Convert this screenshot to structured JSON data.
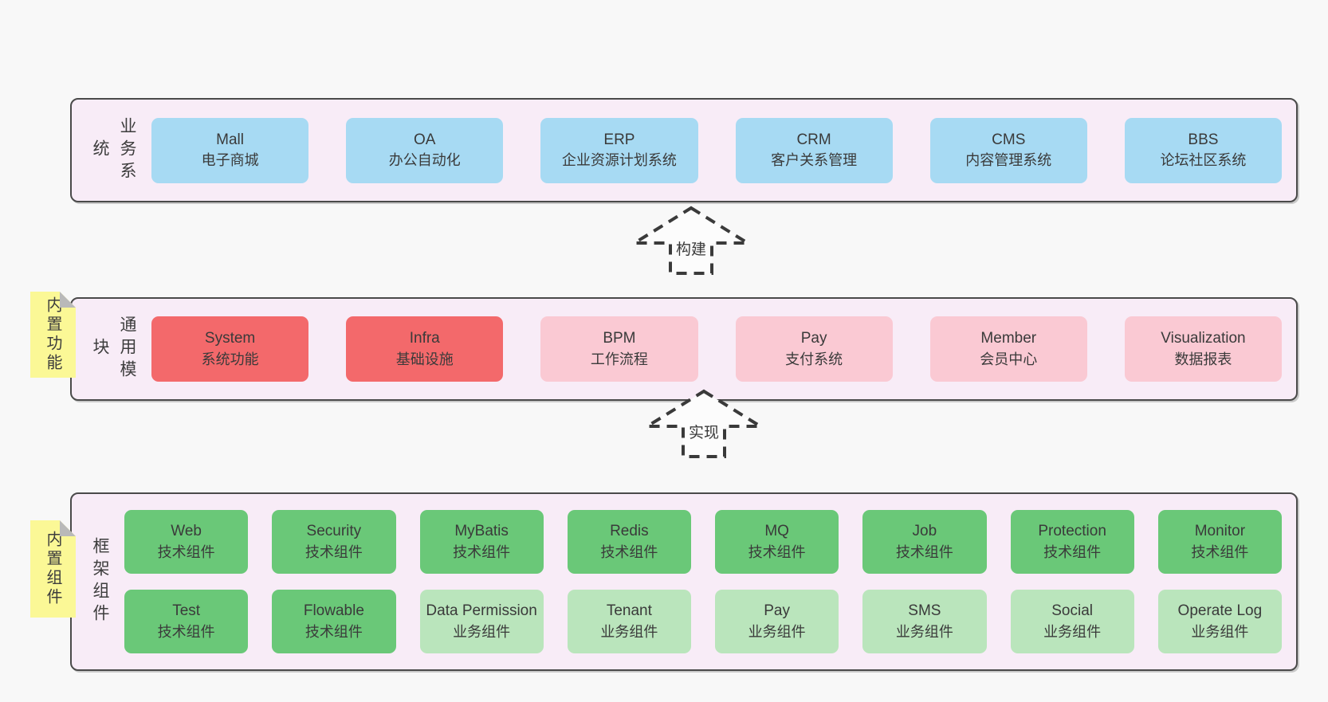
{
  "colors": {
    "page_background": "#f8f8f8",
    "section_background": "#f8ecf7",
    "section_border": "#4a4a4a",
    "box_blue": "#a7daf3",
    "box_red": "#f3696b",
    "box_pink": "#fac9d3",
    "box_green": "#6ac878",
    "box_lightgreen": "#bae5bc",
    "sticky_yellow": "#fbf896",
    "sticky_fold_gray": "#b9b9b9",
    "text": "#3a3a3a"
  },
  "arrows": [
    {
      "label": "构建"
    },
    {
      "label": "实现"
    }
  ],
  "sections": [
    {
      "label": "业务系统",
      "boxes": [
        {
          "en": "Mall",
          "zh": "电子商城",
          "variant": "blue"
        },
        {
          "en": "OA",
          "zh": "办公自动化",
          "variant": "blue"
        },
        {
          "en": "ERP",
          "zh": "企业资源计划系统",
          "variant": "blue"
        },
        {
          "en": "CRM",
          "zh": "客户关系管理",
          "variant": "blue"
        },
        {
          "en": "CMS",
          "zh": "内容管理系统",
          "variant": "blue"
        },
        {
          "en": "BBS",
          "zh": "论坛社区系统",
          "variant": "blue"
        }
      ]
    },
    {
      "label": "通用模块",
      "note": "内置功能",
      "boxes": [
        {
          "en": "System",
          "zh": "系统功能",
          "variant": "red"
        },
        {
          "en": "Infra",
          "zh": "基础设施",
          "variant": "red"
        },
        {
          "en": "BPM",
          "zh": "工作流程",
          "variant": "pink"
        },
        {
          "en": "Pay",
          "zh": "支付系统",
          "variant": "pink"
        },
        {
          "en": "Member",
          "zh": "会员中心",
          "variant": "pink"
        },
        {
          "en": "Visualization",
          "zh": "数据报表",
          "variant": "pink"
        }
      ]
    },
    {
      "label": "框架组件",
      "note": "内置组件",
      "boxes": [
        {
          "en": "Web",
          "zh": "技术组件",
          "variant": "green"
        },
        {
          "en": "Security",
          "zh": "技术组件",
          "variant": "green"
        },
        {
          "en": "MyBatis",
          "zh": "技术组件",
          "variant": "green"
        },
        {
          "en": "Redis",
          "zh": "技术组件",
          "variant": "green"
        },
        {
          "en": "MQ",
          "zh": "技术组件",
          "variant": "green"
        },
        {
          "en": "Job",
          "zh": "技术组件",
          "variant": "green"
        },
        {
          "en": "Protection",
          "zh": "技术组件",
          "variant": "green"
        },
        {
          "en": "Monitor",
          "zh": "技术组件",
          "variant": "green"
        },
        {
          "en": "Test",
          "zh": "技术组件",
          "variant": "green"
        },
        {
          "en": "Flowable",
          "zh": "技术组件",
          "variant": "green"
        },
        {
          "en": "Data Permission",
          "zh": "业务组件",
          "variant": "lightgreen"
        },
        {
          "en": "Tenant",
          "zh": "业务组件",
          "variant": "lightgreen"
        },
        {
          "en": "Pay",
          "zh": "业务组件",
          "variant": "lightgreen"
        },
        {
          "en": "SMS",
          "zh": "业务组件",
          "variant": "lightgreen"
        },
        {
          "en": "Social",
          "zh": "业务组件",
          "variant": "lightgreen"
        },
        {
          "en": "Operate Log",
          "zh": "业务组件",
          "variant": "lightgreen"
        }
      ]
    }
  ]
}
